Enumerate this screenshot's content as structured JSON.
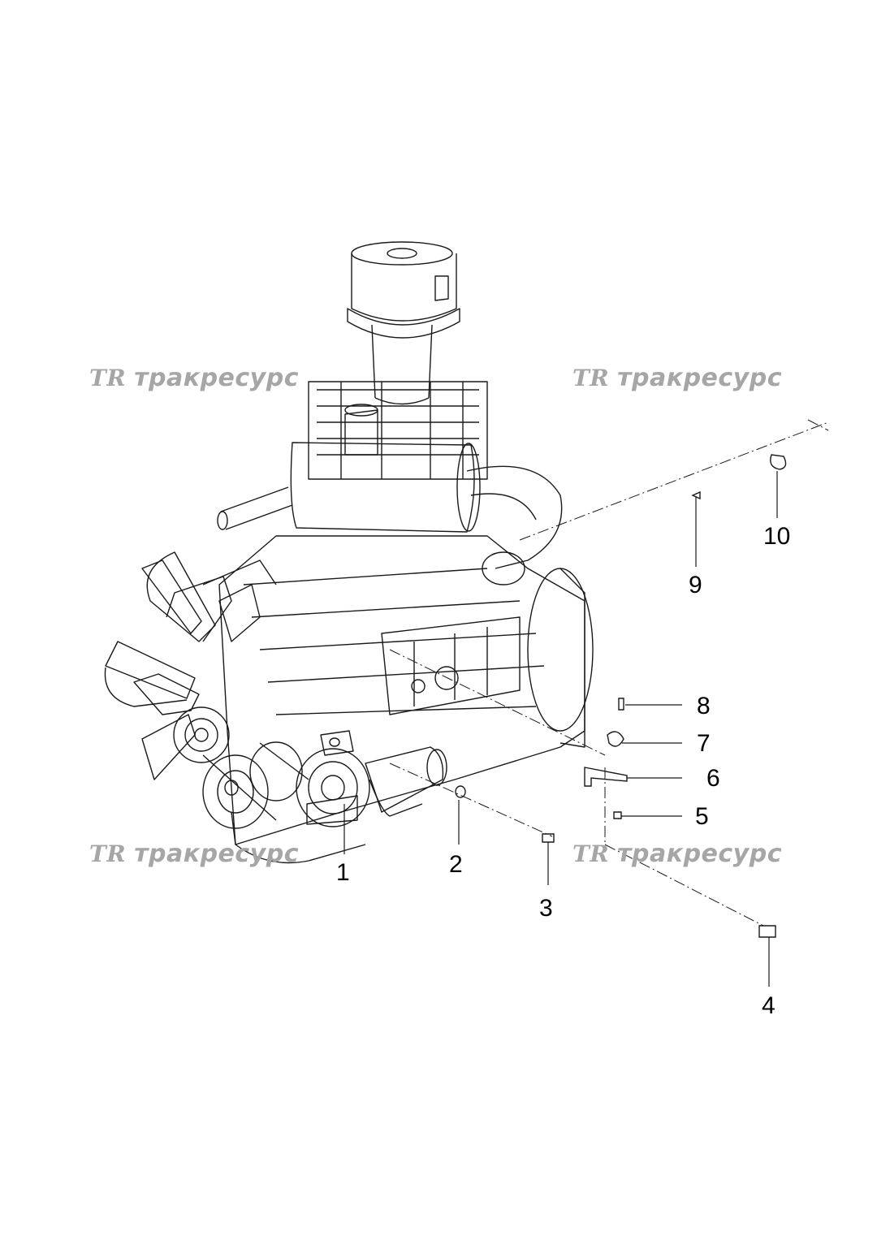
{
  "watermark": {
    "mark": "TR",
    "text": "тракресурс"
  },
  "callouts": [
    {
      "id": "1",
      "label": "1"
    },
    {
      "id": "2",
      "label": "2"
    },
    {
      "id": "3",
      "label": "3"
    },
    {
      "id": "4",
      "label": "4"
    },
    {
      "id": "5",
      "label": "5"
    },
    {
      "id": "6",
      "label": "6"
    },
    {
      "id": "7",
      "label": "7"
    },
    {
      "id": "8",
      "label": "8"
    },
    {
      "id": "9",
      "label": "9"
    },
    {
      "id": "10",
      "label": "10"
    }
  ],
  "colors": {
    "line": "#1a1a1a",
    "watermark": "#a6a6a6",
    "background": "#ffffff"
  }
}
